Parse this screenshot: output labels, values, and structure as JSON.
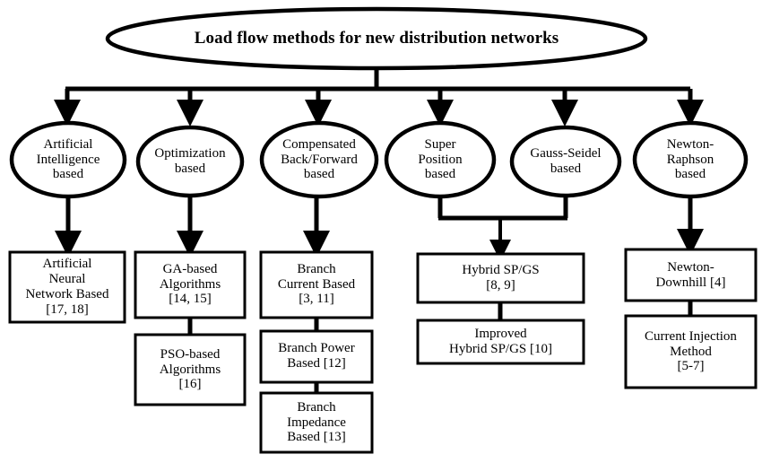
{
  "diagram": {
    "title": "Load flow methods for new distribution networks",
    "type": "tree-taxonomy-flowchart",
    "root": {
      "label": "Load flow methods for new distribution networks"
    },
    "branches": [
      {
        "id": "ai",
        "label": "Artificial\nIntelligence\nbased",
        "line1": "Artificial",
        "line2": "Intelligence",
        "line3": "based",
        "children": [
          {
            "id": "ann",
            "line1": "Artificial",
            "line2": "Neural",
            "line3": "Network Based",
            "line4": "[17, 18]",
            "refs": "[17, 18]"
          }
        ]
      },
      {
        "id": "optimization",
        "label": "Optimization\nbased",
        "line1": "Optimization",
        "line2": "based",
        "line3": "",
        "children": [
          {
            "id": "ga",
            "line1": "GA-based",
            "line2": "Algorithms",
            "line3": "[14, 15]",
            "line4": "",
            "refs": "[14, 15]"
          },
          {
            "id": "pso",
            "line1": "PSO-based",
            "line2": "Algorithms",
            "line3": "[16]",
            "line4": "",
            "refs": "[16]"
          }
        ]
      },
      {
        "id": "compensated",
        "label": "Compensated\nBack/Forward\nbased",
        "line1": "Compensated",
        "line2": "Back/Forward",
        "line3": "based",
        "children": [
          {
            "id": "branch-current",
            "line1": "Branch",
            "line2": "Current Based",
            "line3": "[3, 11]",
            "line4": "",
            "refs": "[3, 11]"
          },
          {
            "id": "branch-power",
            "line1": "Branch Power",
            "line2": "Based [12]",
            "line3": "",
            "line4": "",
            "refs": "[12]"
          },
          {
            "id": "branch-impedance",
            "line1": "Branch",
            "line2": "Impedance",
            "line3": "Based [13]",
            "line4": "",
            "refs": "[13]"
          }
        ]
      },
      {
        "id": "superposition",
        "label": "Super\nPosition\nbased",
        "line1": "Super",
        "line2": "Position",
        "line3": "based",
        "children": []
      },
      {
        "id": "gauss-seidel",
        "label": "Gauss-Seidel\nbased",
        "line1": "Gauss-Seidel",
        "line2": "based",
        "line3": "",
        "children": []
      },
      {
        "id": "newton-raphson",
        "label": "Newton-\nRaphson\nbased",
        "line1": "Newton-",
        "line2": "Raphson",
        "line3": "based",
        "children": [
          {
            "id": "newton-downhill",
            "line1": "Newton-",
            "line2": "Downhill [4]",
            "line3": "",
            "line4": "",
            "refs": "[4]"
          },
          {
            "id": "current-injection",
            "line1": "Current Injection",
            "line2": "Method",
            "line3": "[5-7]",
            "line4": "",
            "refs": "[5-7]"
          }
        ]
      }
    ],
    "merged_nodes": [
      {
        "id": "hybrid-sp-gs",
        "line1": "Hybrid SP/GS",
        "line2": "[8, 9]",
        "line3": "",
        "refs": "[8, 9]",
        "parents": [
          "superposition",
          "gauss-seidel"
        ]
      },
      {
        "id": "improved-hybrid-sp-gs",
        "line1": "Improved",
        "line2": "Hybrid SP/GS [10]",
        "line3": "",
        "refs": "[10]",
        "parents": [
          "hybrid-sp-gs"
        ]
      }
    ],
    "colors": {
      "stroke": "#000000",
      "fill": "#ffffff",
      "text": "#000000"
    }
  }
}
